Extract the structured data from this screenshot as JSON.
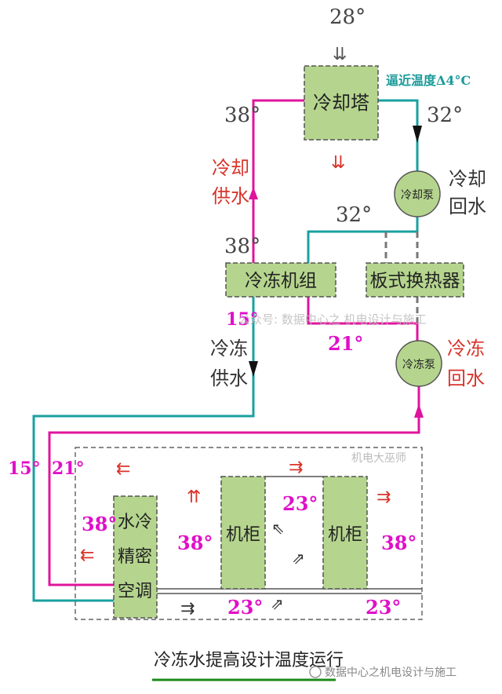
{
  "colors": {
    "hot_pipe": "#e0149c",
    "cold_pipe": "#1aa0a0",
    "box_fill": "#b5d58e",
    "box_stroke": "#555555",
    "red_text": "#d9342b",
    "magenta_text": "#e010c8",
    "teal_text": "#1a9a9a",
    "dark_text": "#333333",
    "underline": "#1b8a1b"
  },
  "equipment": {
    "cooling_tower": "冷却塔",
    "chiller": "冷冻机组",
    "plate_hx": "板式换热器",
    "cooling_pump": "冷却泵",
    "chilled_pump": "冷冻泵",
    "cabinet_left": "机柜",
    "cabinet_right": "机柜",
    "crac_line1": "水冷",
    "crac_line2": "精密",
    "crac_line3": "空调"
  },
  "labels": {
    "inlet_temp": "28°",
    "approach": "逼近温度Δ4°C",
    "tower_out_temp": "32°",
    "tower_in_temp": "38°",
    "cooling_supply_1": "冷却",
    "cooling_supply_2": "供水",
    "cooling_return_1": "冷却",
    "cooling_return_2": "回水",
    "mid_32": "32°",
    "chiller_38": "38°",
    "chilled_15": "15°",
    "chilled_21": "21°",
    "chilled_supply_1": "冷冻",
    "chilled_supply_2": "供水",
    "chilled_return_1": "冷冻",
    "chilled_return_2": "回水",
    "left_15": "15°",
    "left_21": "21°",
    "room_38_left": "38°",
    "room_38_mid": "38°",
    "room_38_right": "38°",
    "room_23_top": "23°",
    "room_23_bottom_mid": "23°",
    "room_23_bottom_right": "23°",
    "room_watermark": "机电大巫师",
    "footer": "冷冻水提高设计温度运行",
    "wm_line": "公众号: 数据中心之 机电设计与施工",
    "wm_bottom": "数据中心之机电设计与施工"
  }
}
